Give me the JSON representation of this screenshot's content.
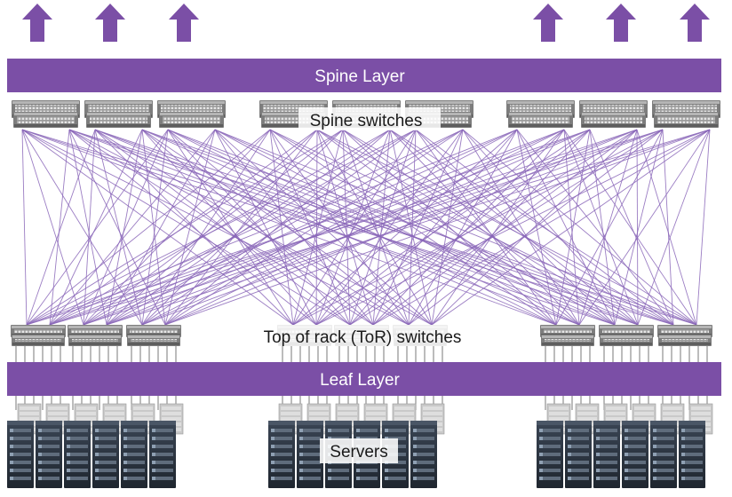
{
  "spine_layer_label": "Spine Layer",
  "spine_switches_label": "Spine switches",
  "tor_switches_label": "Top of rack (ToR) switches",
  "leaf_layer_label": "Leaf Layer",
  "servers_label": "Servers",
  "colors": {
    "accent_purple": "#7b4fa6",
    "link_line": "#8a66b8",
    "switch_body": "#8c8c8c",
    "server_dark": "#2b3440"
  },
  "icons": {
    "uplink": "arrow-up-icon",
    "switch": "network-switch-icon",
    "server": "server-rack-icon"
  }
}
